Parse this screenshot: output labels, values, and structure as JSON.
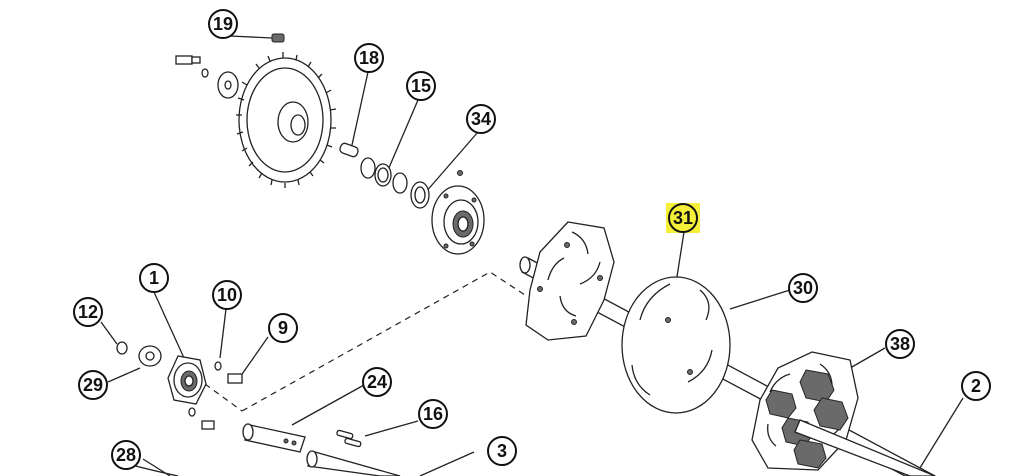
{
  "callouts": {
    "c1": "1",
    "c2": "2",
    "c3": "3",
    "c9": "9",
    "c10": "10",
    "c12": "12",
    "c15": "15",
    "c16": "16",
    "c18": "18",
    "c19": "19",
    "c24": "24",
    "c28": "28",
    "c29": "29",
    "c30": "30",
    "c31": "31",
    "c34": "34",
    "c38": "38"
  },
  "highlighted_callout": "31",
  "colors": {
    "highlight": "#f5ef3a",
    "ink": "#111111",
    "background": "#ffffff"
  }
}
